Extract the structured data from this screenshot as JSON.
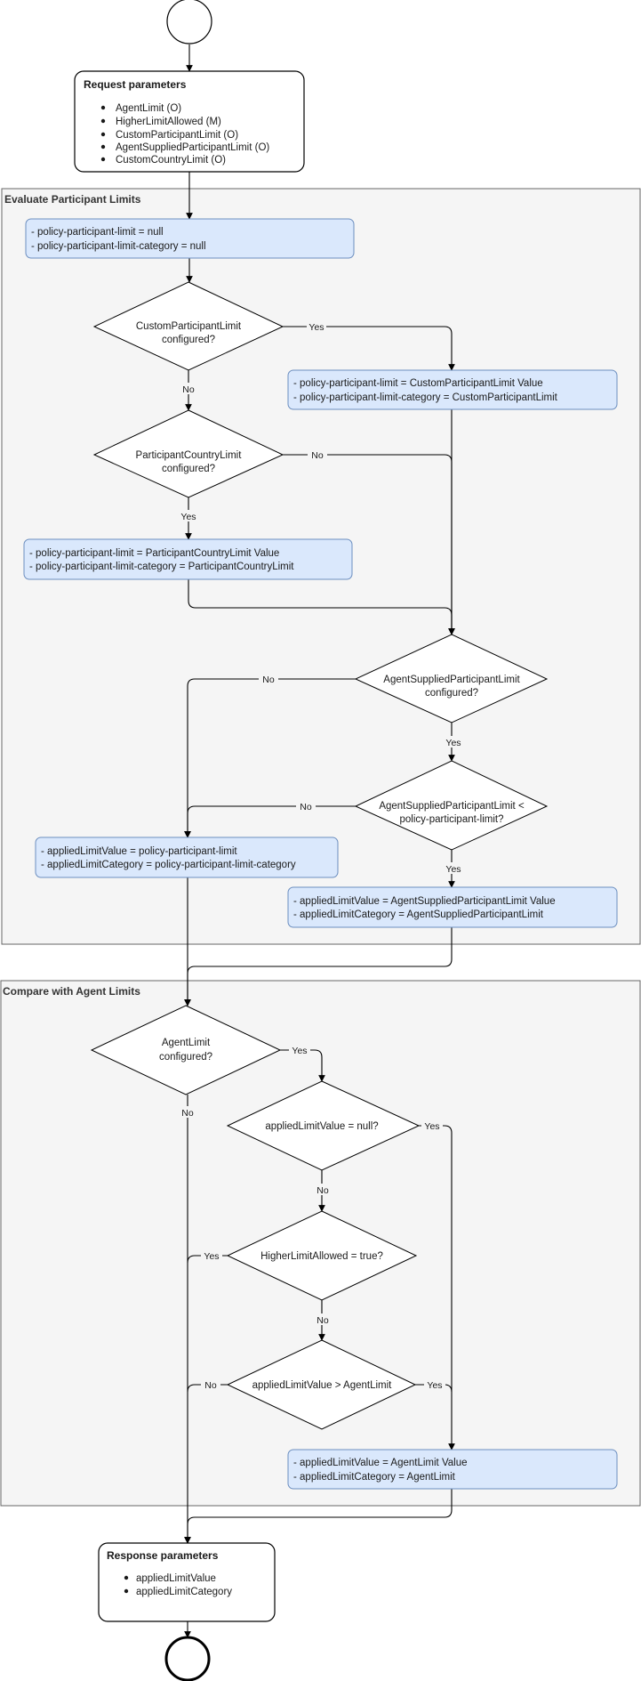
{
  "request": {
    "title": "Request parameters",
    "items": [
      "AgentLimit (O)",
      "HigherLimitAllowed (M)",
      "CustomParticipantLimit (O)",
      "AgentSuppliedParticipantLimit  (O)",
      "CustomCountryLimit  (O)"
    ]
  },
  "lanes": {
    "evaluate": "Evaluate Participant Limits",
    "compare": "Compare with Agent Limits"
  },
  "actions": {
    "init": [
      "- policy-participant-limit = null",
      "- policy-participant-limit-category = null"
    ],
    "custom": [
      "- policy-participant-limit = CustomParticipantLimit Value",
      "- policy-participant-limit-category = CustomParticipantLimit"
    ],
    "country": [
      "- policy-participant-limit = ParticipantCountryLimit Value",
      "- policy-participant-limit-category = ParticipantCountryLimit"
    ],
    "policy": [
      "- appliedLimitValue = policy-participant-limit",
      "- appliedLimitCategory = policy-participant-limit-category"
    ],
    "agent_supplied": [
      "- appliedLimitValue = AgentSuppliedParticipantLimit Value",
      "- appliedLimitCategory = AgentSuppliedParticipantLimit"
    ],
    "agent": [
      "- appliedLimitValue = AgentLimit Value",
      "- appliedLimitCategory = AgentLimit"
    ]
  },
  "decisions": {
    "custom_configured": [
      "CustomParticipantLimit",
      "configured?"
    ],
    "country_configured": [
      "ParticipantCountryLimit",
      "configured?"
    ],
    "supplied_configured": [
      "AgentSuppliedParticipantLimit",
      "configured?"
    ],
    "supplied_less": [
      "AgentSuppliedParticipantLimit <",
      "policy-participant-limit?"
    ],
    "agent_configured": [
      "AgentLimit",
      "configured?"
    ],
    "applied_null": [
      "appliedLimitValue = null?"
    ],
    "higher_allowed": [
      "HigherLimitAllowed = true?"
    ],
    "applied_greater": [
      "appliedLimitValue > AgentLimit"
    ]
  },
  "labels": {
    "yes": "Yes",
    "no": "No"
  },
  "response": {
    "title": "Response parameters",
    "items": [
      "appliedLimitValue",
      "appliedLimitCategory"
    ]
  }
}
